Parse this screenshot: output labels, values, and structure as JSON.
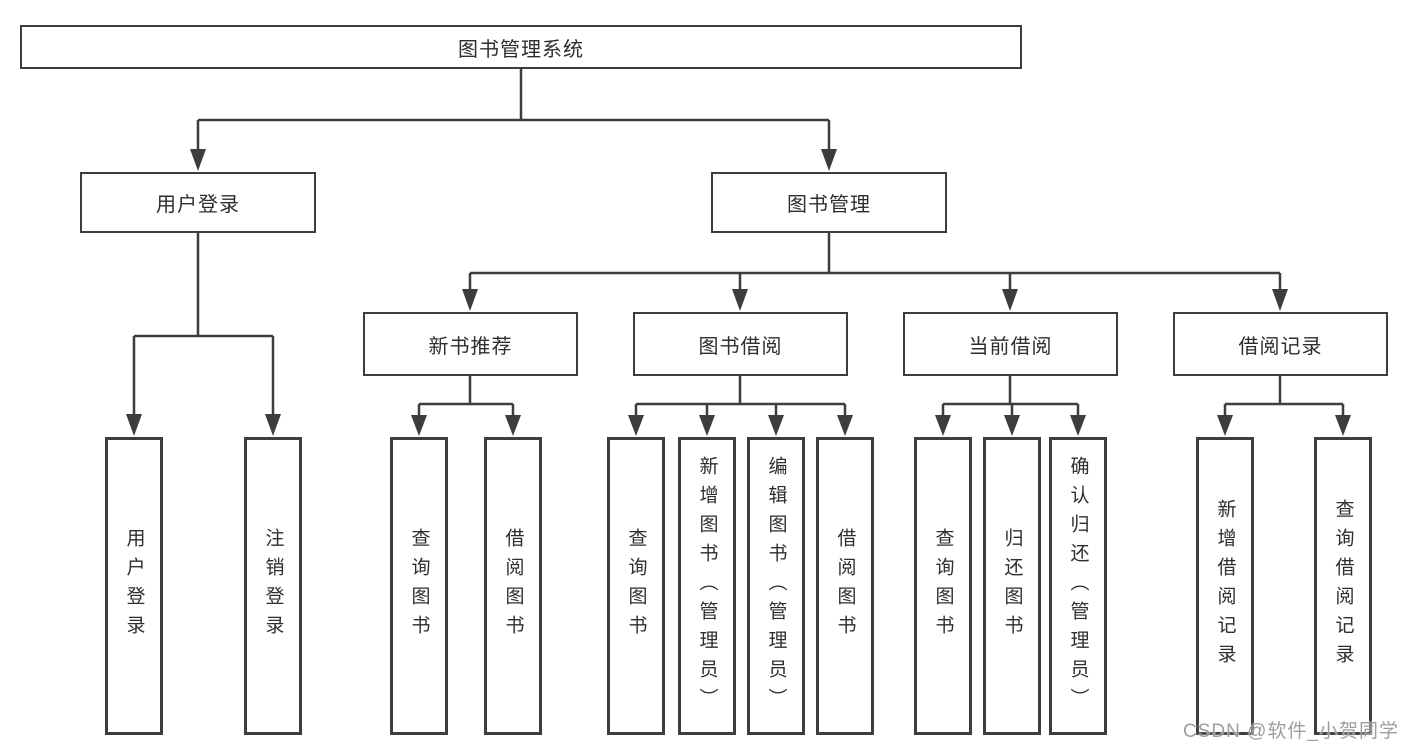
{
  "diagram_type": "hierarchy",
  "colors": {
    "line": "#3d3d3d",
    "box_border": "#3d3d3d",
    "text": "#2e2e2e",
    "background": "#ffffff",
    "watermark": "#96989c"
  },
  "watermark": "CSDN @软件_小贺同学",
  "tree": {
    "root": "图书管理系统",
    "children": [
      {
        "label": "用户登录",
        "children": [
          {
            "label": "用户登录"
          },
          {
            "label": "注销登录"
          }
        ]
      },
      {
        "label": "图书管理",
        "children": [
          {
            "label": "新书推荐",
            "children": [
              {
                "label": "查询图书"
              },
              {
                "label": "借阅图书"
              }
            ]
          },
          {
            "label": "图书借阅",
            "children": [
              {
                "label": "查询图书"
              },
              {
                "label": "新增图书（管理员）"
              },
              {
                "label": "编辑图书（管理员）"
              },
              {
                "label": "借阅图书"
              }
            ]
          },
          {
            "label": "当前借阅",
            "children": [
              {
                "label": "查询图书"
              },
              {
                "label": "归还图书"
              },
              {
                "label": "确认归还（管理员）"
              }
            ]
          },
          {
            "label": "借阅记录",
            "children": [
              {
                "label": "新增借阅记录"
              },
              {
                "label": "查询借阅记录"
              }
            ]
          }
        ]
      }
    ]
  }
}
